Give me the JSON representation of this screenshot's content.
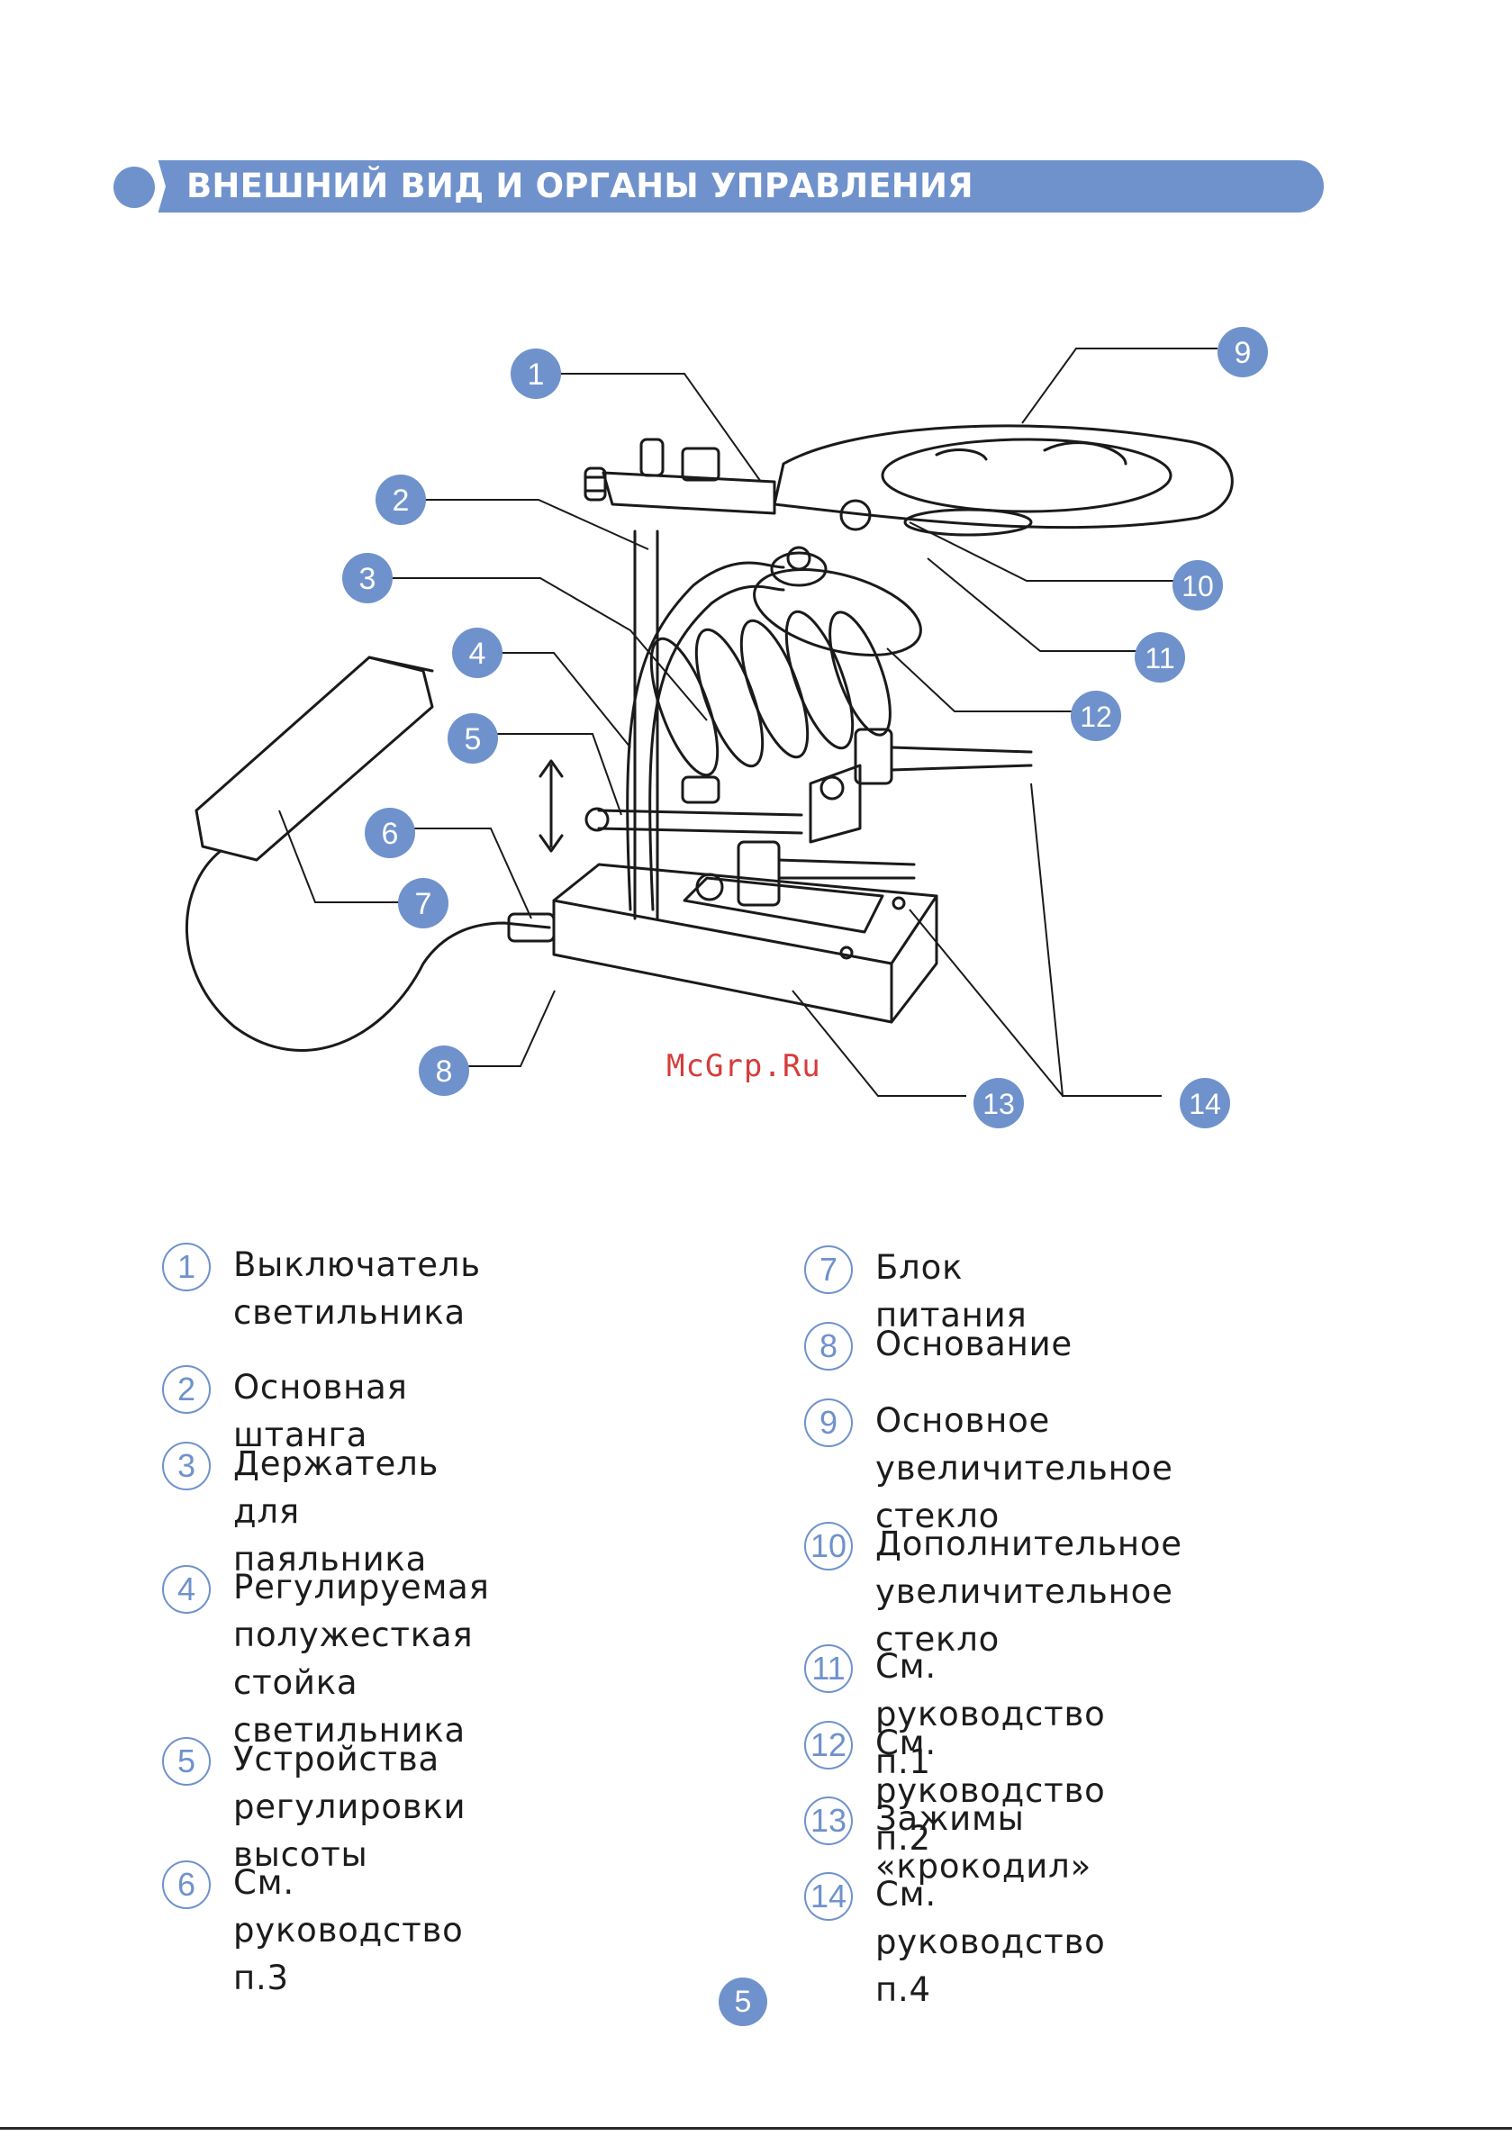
{
  "header": {
    "title": "ВНЕШНИЙ ВИД И ОРГАНЫ УПРАВЛЕНИЯ"
  },
  "figure": {
    "callouts": [
      "1",
      "2",
      "3",
      "4",
      "5",
      "6",
      "7",
      "8",
      "9",
      "10",
      "11",
      "12",
      "13",
      "14"
    ],
    "watermark": "McGrp.Ru",
    "accent_color": "#6f92cc"
  },
  "legend": {
    "left": [
      {
        "num": "1",
        "text": "Выключатель\nсветильника"
      },
      {
        "num": "2",
        "text": "Основная штанга"
      },
      {
        "num": "3",
        "text": "Держатель для\nпаяльника"
      },
      {
        "num": "4",
        "text": "Регулируемая\nполужесткая стойка\nсветильника"
      },
      {
        "num": "5",
        "text": "Устройства регулировки\nвысоты"
      },
      {
        "num": "6",
        "text": "См. руководство п.3"
      }
    ],
    "right": [
      {
        "num": "7",
        "text": "Блок питания"
      },
      {
        "num": "8",
        "text": "Основание"
      },
      {
        "num": "9",
        "text": "Основное\nувеличительное стекло"
      },
      {
        "num": "10",
        "text": "Дополнительное\nувеличительное стекло"
      },
      {
        "num": "11",
        "text": "См. руководство п.1"
      },
      {
        "num": "12",
        "text": "См. руководство п.2"
      },
      {
        "num": "13",
        "text": "Зажимы «крокодил»"
      },
      {
        "num": "14",
        "text": "См. руководство п.4"
      }
    ]
  },
  "page_number": "5"
}
